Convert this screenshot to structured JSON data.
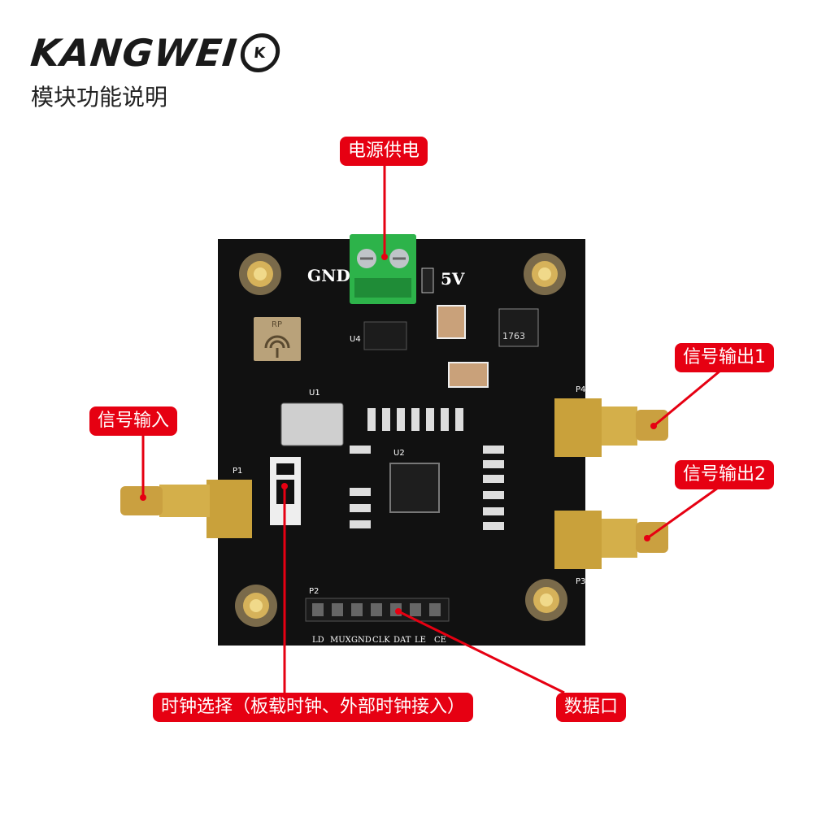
{
  "brand": {
    "name": "KANGWEI",
    "badge": "K"
  },
  "subtitle": "模块功能说明",
  "labels": {
    "power": "电源供电",
    "signal_in": "信号输入",
    "signal_out1": "信号输出1",
    "signal_out2": "信号输出2",
    "clock_select": "时钟选择（板载时钟、外部时钟接入）",
    "data_port": "数据口"
  },
  "silkscreen": {
    "gnd": "GND",
    "v5": "5V",
    "u1": "U1",
    "u2": "U2",
    "u4": "U4",
    "p1": "P1",
    "p2": "P2",
    "p3": "P3",
    "p4": "P4",
    "rp": "RP",
    "chip": "1763",
    "pins": [
      "LD",
      "MUX",
      "GND",
      "CLK",
      "DAT",
      "LE",
      "CE"
    ]
  },
  "colors": {
    "accent": "#e60012",
    "pcb": "#111111",
    "terminal": "#2db34a",
    "gold": "#c9a13b"
  }
}
